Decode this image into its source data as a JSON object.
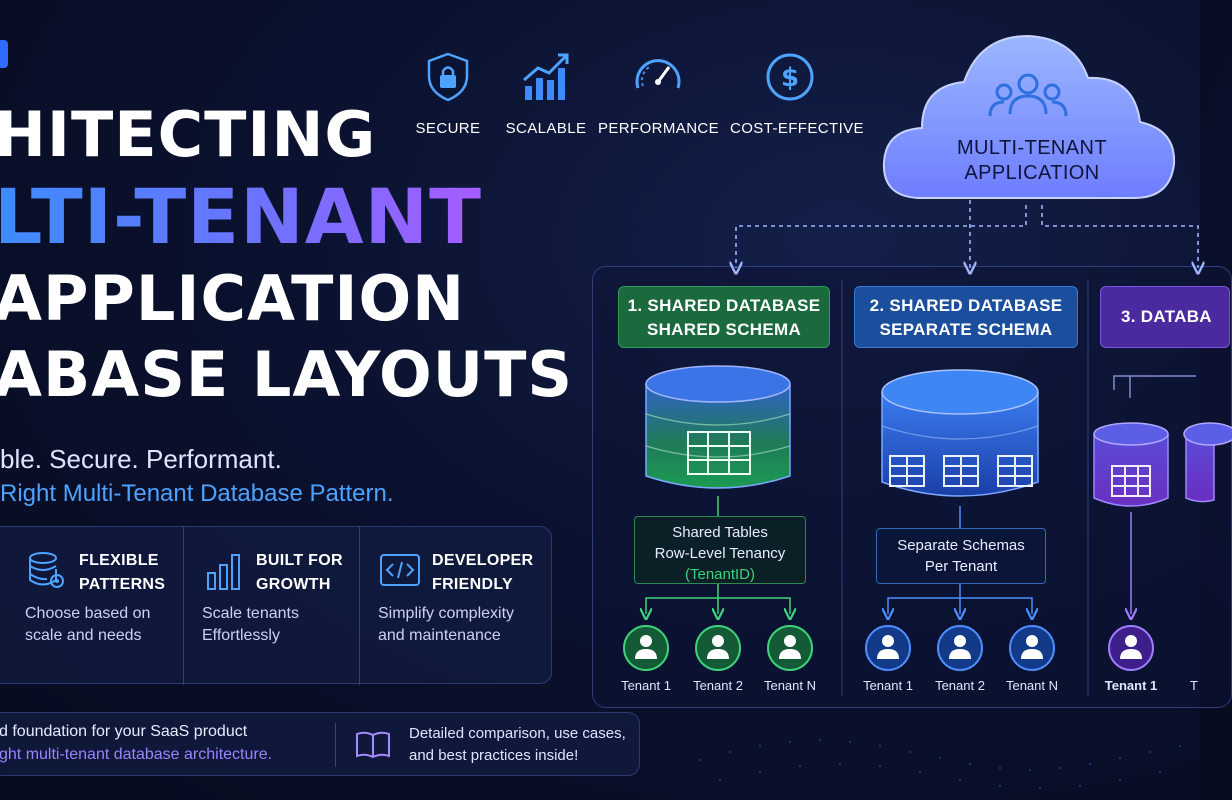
{
  "headline": {
    "line1": "HITECTING",
    "line2": "LTI-TENANT",
    "line3": "APPLICATION",
    "line4": "ABASE LAYOUTS"
  },
  "tagline": {
    "primary": "ble. Secure. Performant.",
    "secondary": "Right Multi-Tenant Database Pattern."
  },
  "features": [
    {
      "label": "SECURE",
      "icon": "shield-lock-icon"
    },
    {
      "label": "SCALABLE",
      "icon": "growth-chart-icon"
    },
    {
      "label": "PERFORMANCE",
      "icon": "speedometer-icon"
    },
    {
      "label": "COST-EFFECTIVE",
      "icon": "dollar-coin-icon"
    }
  ],
  "benefits": [
    {
      "title": "FLEXIBLE PATTERNS",
      "desc": "Choose based on scale and needs",
      "icon": "database-gear-icon"
    },
    {
      "title": "BUILT FOR GROWTH",
      "desc": "Scale tenants Effortlessly",
      "icon": "bar-chart-icon"
    },
    {
      "title": "DEVELOPER FRIENDLY",
      "desc": "Simplify complexity and maintenance",
      "icon": "code-window-icon"
    }
  ],
  "footer": {
    "left_line1": "d foundation for your SaaS product",
    "left_line2": "ght multi-tenant database architecture.",
    "right_text": "Detailed comparison, use cases, and best practices inside!",
    "icon": "book-icon"
  },
  "cloud": {
    "label": "MULTI-TENANT APPLICATION",
    "icon": "users-group-icon"
  },
  "architectures": [
    {
      "heading_line1": "1. SHARED DATABASE",
      "heading_line2": "SHARED SCHEMA",
      "info_line1": "Shared Tables",
      "info_line2": "Row-Level Tenancy",
      "info_line3": "(TenantID)",
      "tenants": [
        "Tenant 1",
        "Tenant 2",
        "Tenant N"
      ],
      "color": "#2fa866"
    },
    {
      "heading_line1": "2. SHARED DATABASE",
      "heading_line2": "SEPARATE SCHEMA",
      "info_line1": "Separate Schemas",
      "info_line2": "Per Tenant",
      "tenants": [
        "Tenant 1",
        "Tenant 2",
        "Tenant N"
      ],
      "color": "#2f6fe0"
    },
    {
      "heading_line1": "3. DATABA",
      "tenants": [
        "Tenant 1",
        "T"
      ],
      "color": "#7a4fe0"
    }
  ],
  "colors": {
    "background": "#0b1230",
    "accent_blue": "#3d8bff",
    "accent_purple": "#a65cff",
    "green": "#2fa866",
    "blue": "#2f6fe0",
    "violet": "#7a4fe0"
  }
}
